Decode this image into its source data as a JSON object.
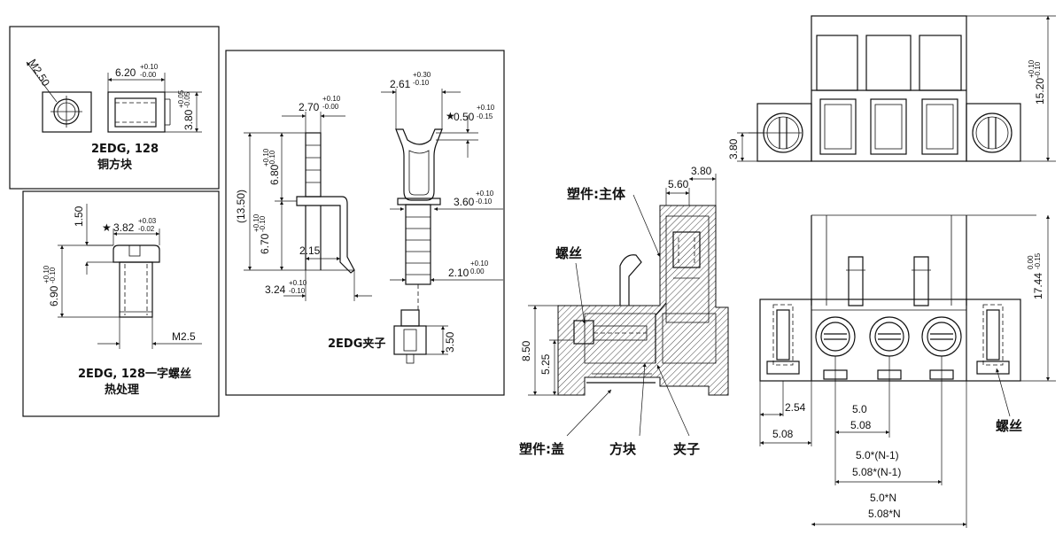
{
  "panel_copper": {
    "thread": "M2.50",
    "width_dim": "6.20",
    "width_tol_up": "+0.10",
    "width_tol_dn": "-0.00",
    "height_dim": "3.80",
    "height_tol_up": "+0.05",
    "height_tol_dn": "-0.05",
    "caption_model": "2EDG, 128",
    "caption_part": "铜方块"
  },
  "panel_screw": {
    "head_dim": "1.50",
    "star_dim": "3.82",
    "star_tol_up": "+0.03",
    "star_tol_dn": "-0.02",
    "length_dim": "6.90",
    "length_tol_up": "+0.10",
    "length_tol_dn": "-0.10",
    "thread": "M2.5",
    "caption_model": "2EDG, 128一字螺丝",
    "caption_part": "热处理"
  },
  "panel_clip": {
    "d_width": "2.70",
    "d_width_up": "+0.10",
    "d_width_dn": "-0.00",
    "d_upper": "6.80",
    "d_upper_up": "+0.10",
    "d_upper_dn": "-0.10",
    "d_total": "(13.50)",
    "d_lower": "6.70",
    "d_lower_up": "+0.10",
    "d_lower_dn": "-0.10",
    "d_inner": "2.15",
    "d_base": "3.24",
    "d_base_up": "+0.10",
    "d_base_dn": "-0.10",
    "d_open": "2.61",
    "d_open_up": "+0.30",
    "d_open_dn": "-0.10",
    "d_thick": "0.50",
    "d_thick_up": "+0.10",
    "d_thick_dn": "-0.15",
    "d_body": "3.60",
    "d_body_up": "+0.10",
    "d_body_dn": "-0.10",
    "d_pin": "2.10",
    "d_pin_up": "+0.10",
    "d_pin_dn": "0.00",
    "d_block": "3.50",
    "caption": "2EDG夹子"
  },
  "section": {
    "label_body": "塑件:主体",
    "label_screw": "螺丝",
    "label_cover": "塑件:盖",
    "label_block": "方块",
    "label_clip": "夹子",
    "d_top_outer": "3.80",
    "d_top_inner": "5.60",
    "d_height": "8.50",
    "d_inner_h": "5.25"
  },
  "front_view": {
    "d_height": "15.20",
    "d_height_up": "+0.10",
    "d_height_dn": "-0.10",
    "d_flange": "3.80"
  },
  "bottom_view": {
    "d_height": "17.44",
    "d_height_up": "0.00",
    "d_height_dn": "-0.15",
    "d_offset": "2.54",
    "d_pitch_a": "5.0",
    "d_pitch_b": "5.08",
    "d_flange": "5.08",
    "d_span_a": "5.0*(N-1)",
    "d_span_b": "5.08*(N-1)",
    "d_total_a": "5.0*N",
    "d_total_b": "5.08*N",
    "label_screw": "螺丝"
  }
}
